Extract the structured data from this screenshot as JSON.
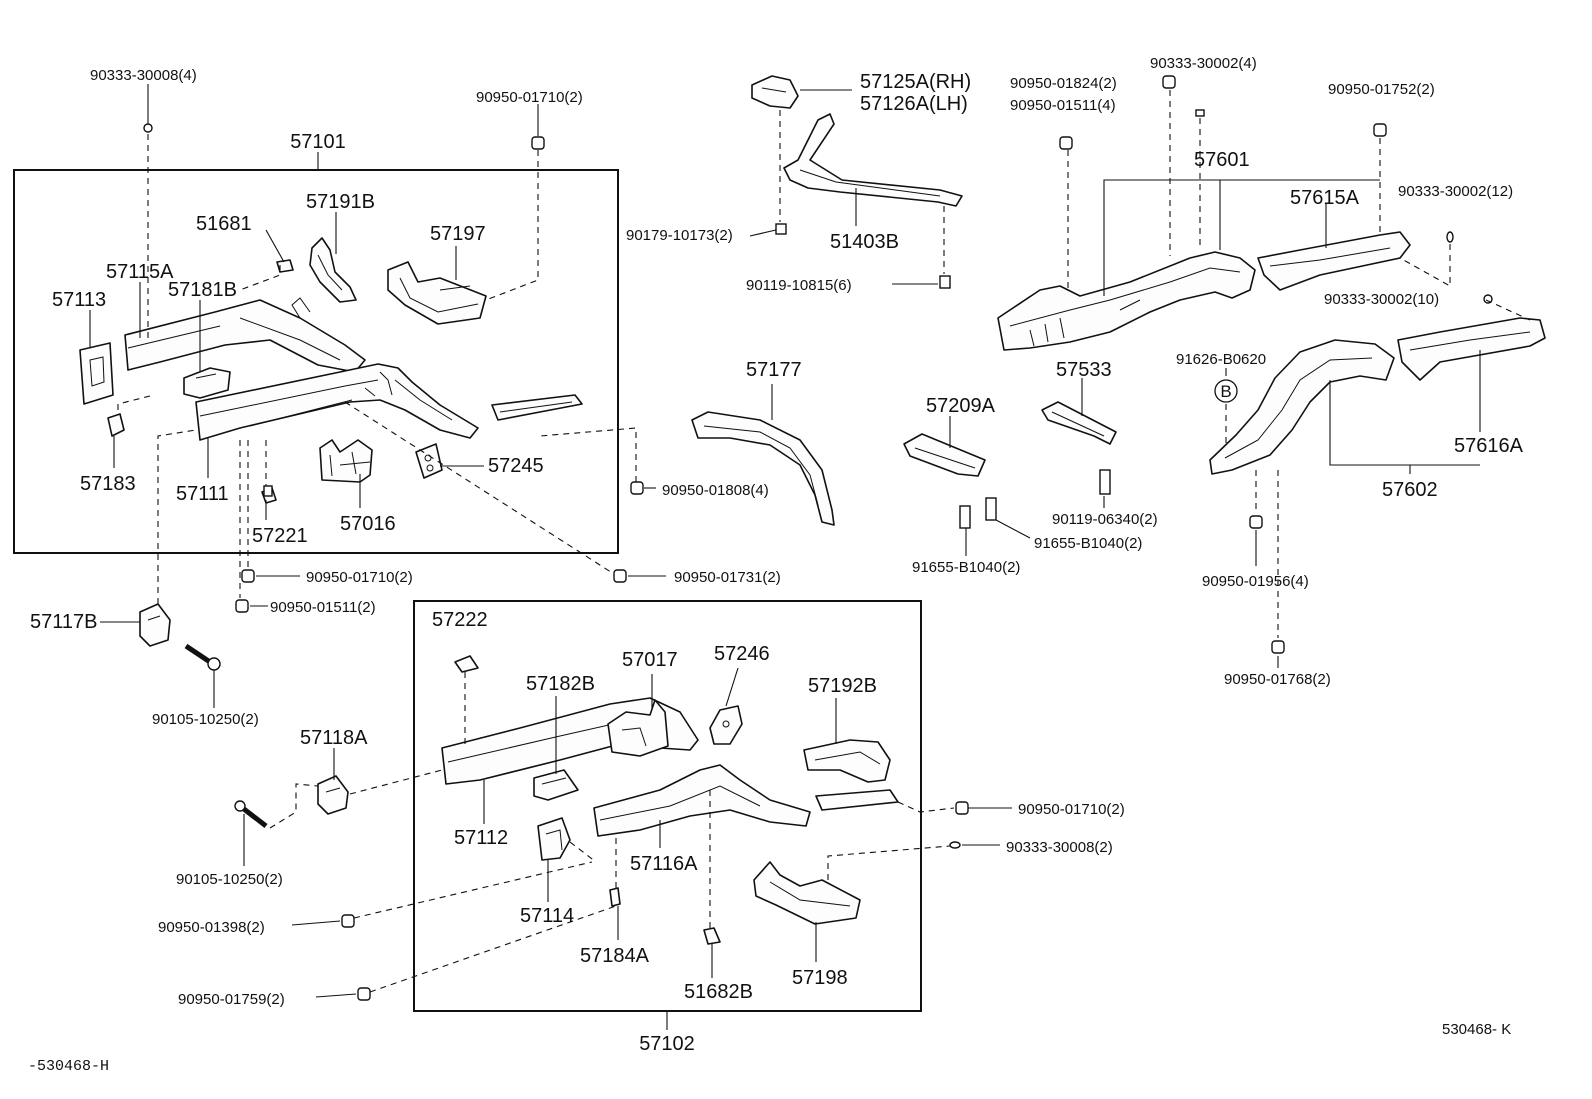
{
  "groups": [
    {
      "code": "57101"
    },
    {
      "code": "57102"
    }
  ],
  "assemblies": [
    {
      "code": "57601"
    },
    {
      "code": "57602"
    }
  ],
  "parts": {
    "p57113": "57113",
    "p57115A": "57115A",
    "p51681": "51681",
    "p57191B": "57191B",
    "p57197": "57197",
    "p57181B": "57181B",
    "p57183": "57183",
    "p57111": "57111",
    "p57221": "57221",
    "p57016": "57016",
    "p57245": "57245",
    "p57117B": "57117B",
    "p57125A": "57125A(RH)",
    "p57126A": "57126A(LH)",
    "p51403B": "51403B",
    "p57177": "57177",
    "p57209A": "57209A",
    "p57533": "57533",
    "p57615A": "57615A",
    "p57616A": "57616A",
    "p57222": "57222",
    "p57182B": "57182B",
    "p57017": "57017",
    "p57246": "57246",
    "p57192B": "57192B",
    "p57118A": "57118A",
    "p57112": "57112",
    "p57116A": "57116A",
    "p57114": "57114",
    "p57184A": "57184A",
    "p51682B": "51682B",
    "p57198": "57198",
    "b_ref": "91626-B0620",
    "b_circle": "B"
  },
  "fasteners": {
    "f1": "90333-30008(4)",
    "f2": "90950-01710(2)",
    "f3": "90179-10173(2)",
    "f4": "90119-10815(6)",
    "f5": "90950-01824(2)",
    "f6": "90950-01511(4)",
    "f7": "90333-30002(4)",
    "f8": "90950-01752(2)",
    "f9": "90333-30002(12)",
    "f10": "90333-30002(10)",
    "f11": "90950-01808(4)",
    "f12": "90119-06340(2)",
    "f13": "91655-B1040(2)",
    "f14": "91655-B1040(2)",
    "f15": "90950-01956(4)",
    "f16": "90950-01768(2)",
    "f17": "90950-01710(2)",
    "f18": "90950-01731(2)",
    "f19": "90950-01511(2)",
    "f20": "90105-10250(2)",
    "f21": "90105-10250(2)",
    "f22": "90950-01398(2)",
    "f23": "90950-01759(2)",
    "f24": "90950-01710(2)",
    "f25": "90333-30008(2)"
  },
  "codes": {
    "drawing": "530468- K",
    "footer": "-530468-H"
  }
}
